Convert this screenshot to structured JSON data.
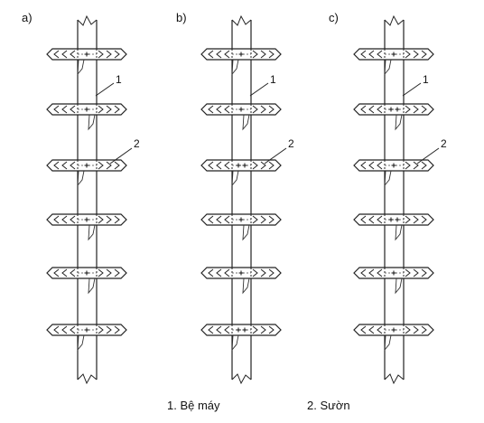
{
  "panels": [
    {
      "label": "a)",
      "callouts": [
        "1",
        "2"
      ]
    },
    {
      "label": "b)",
      "callouts": [
        "1",
        "2"
      ]
    },
    {
      "label": "c)",
      "callouts": [
        "1",
        "2"
      ]
    }
  ],
  "legend": {
    "item1": "1. Bệ máy",
    "item2": "2. Sườn"
  }
}
